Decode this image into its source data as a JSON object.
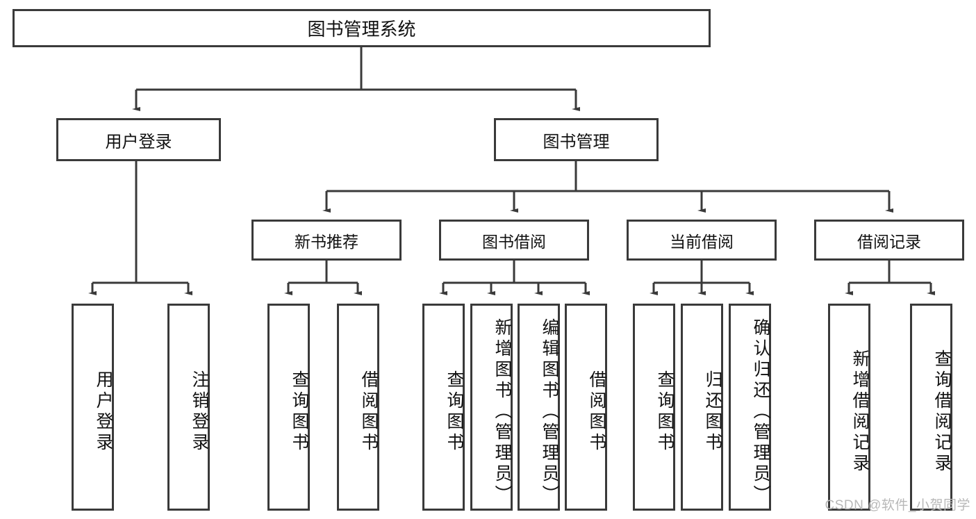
{
  "diagram": {
    "type": "tree-hierarchy",
    "title": "图书管理系统",
    "root": {
      "id": "root",
      "label": "图书管理系统"
    },
    "level1": [
      {
        "id": "user-login",
        "label": "用户登录"
      },
      {
        "id": "book-management",
        "label": "图书管理"
      }
    ],
    "level2": [
      {
        "id": "new-book-recommend",
        "label": "新书推荐",
        "parent": "book-management"
      },
      {
        "id": "book-borrow",
        "label": "图书借阅",
        "parent": "book-management"
      },
      {
        "id": "current-borrow",
        "label": "当前借阅",
        "parent": "book-management"
      },
      {
        "id": "borrow-record",
        "label": "借阅记录",
        "parent": "book-management"
      }
    ],
    "leaves": {
      "user-login": [
        {
          "id": "leaf-user-login",
          "label": "用户登录"
        },
        {
          "id": "leaf-logout-login",
          "label": "注销登录"
        }
      ],
      "new-book-recommend": [
        {
          "id": "leaf-query-book-1",
          "label": "查询图书"
        },
        {
          "id": "leaf-borrow-book-1",
          "label": "借阅图书"
        }
      ],
      "book-borrow": [
        {
          "id": "leaf-query-book-2",
          "label": "查询图书"
        },
        {
          "id": "leaf-add-book",
          "label": "新增图书（管理员）"
        },
        {
          "id": "leaf-edit-book",
          "label": "编辑图书（管理员）"
        },
        {
          "id": "leaf-borrow-book-2",
          "label": "借阅图书"
        }
      ],
      "current-borrow": [
        {
          "id": "leaf-query-book-3",
          "label": "查询图书"
        },
        {
          "id": "leaf-return-book",
          "label": "归还图书"
        },
        {
          "id": "leaf-confirm-return",
          "label": "确认归还（管理员）"
        }
      ],
      "borrow-record": [
        {
          "id": "leaf-add-record",
          "label": "新增借阅记录"
        },
        {
          "id": "leaf-query-record",
          "label": "查询借阅记录"
        }
      ]
    }
  },
  "watermark": {
    "text": "CSDN @软件_小贺同学"
  },
  "colors": {
    "border": "#3a3a3a",
    "background": "#ffffff",
    "text": "#111111",
    "watermark": "#b8b8b8"
  }
}
